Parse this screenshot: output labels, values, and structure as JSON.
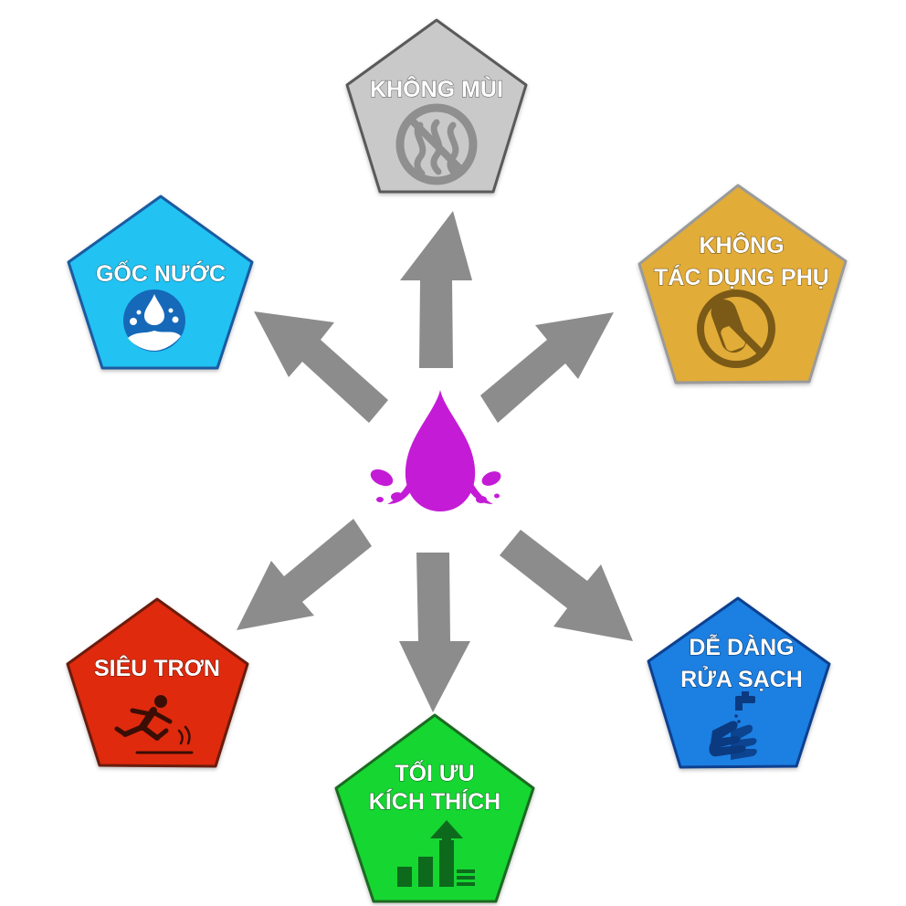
{
  "center": {
    "icon": "water-drop-splash-icon",
    "color": "#c41cd6"
  },
  "arrow_color": "#8c8c8c",
  "nodes": [
    {
      "id": "khong-mui",
      "lines": [
        "KHÔNG MÙI"
      ],
      "fill": "#c9c9c9",
      "stroke": "#5a5a5a",
      "icon": "no-smell-icon"
    },
    {
      "id": "khong-tac-dung-phu",
      "lines": [
        "KHÔNG",
        "TÁC DỤNG PHỤ"
      ],
      "fill": "#e2ac39",
      "stroke": "#9a9a9a",
      "icon": "no-pill-icon"
    },
    {
      "id": "de-dang-rua-sach",
      "lines": [
        "DỄ DÀNG",
        "RỬA SẠCH"
      ],
      "fill": "#1f7fe2",
      "stroke": "#0e3f8f",
      "icon": "faucet-hand-wash-icon"
    },
    {
      "id": "toi-uu-kich-thich",
      "lines": [
        "TỐI ƯU",
        "KÍCH THÍCH"
      ],
      "fill": "#14d631",
      "stroke": "#1b6a24",
      "icon": "growth-bars-arrow-icon"
    },
    {
      "id": "sieu-tron",
      "lines": [
        "SIÊU TRƠN"
      ],
      "fill": "#e02c10",
      "stroke": "#6a1a0a",
      "icon": "slipping-person-icon"
    },
    {
      "id": "goc-nuoc",
      "lines": [
        "GỐC NƯỚC"
      ],
      "fill": "#22c2f2",
      "stroke": "#1a5aa0",
      "icon": "water-splash-icon"
    }
  ]
}
